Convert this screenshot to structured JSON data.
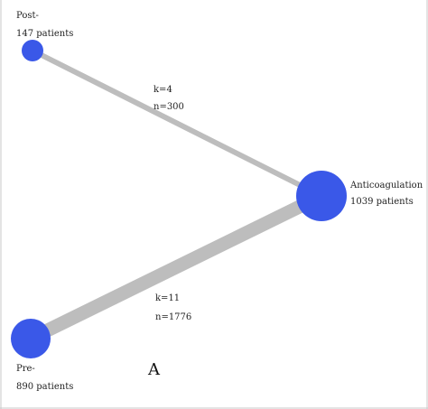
{
  "diagram": {
    "panel_label": "A",
    "node_color": "#3a58e8",
    "edge_color": "#bdbdbd",
    "frame_color": "#c8c8c8",
    "nodes": [
      {
        "id": "post",
        "title": "Post-",
        "subtitle": "147 patients",
        "patients": 147
      },
      {
        "id": "pre",
        "title": "Pre-",
        "subtitle": "890 patients",
        "patients": 890
      },
      {
        "id": "anticoag",
        "title": "Anticoagulation",
        "subtitle": "1039 patients",
        "patients": 1039
      }
    ],
    "edges": [
      {
        "id": "post-anticoag",
        "from": "post",
        "to": "anticoag",
        "k_label": "k=4",
        "n_label": "n=300",
        "k": 4,
        "n": 300
      },
      {
        "id": "pre-anticoag",
        "from": "pre",
        "to": "anticoag",
        "k_label": "k=11",
        "n_label": "n=1776",
        "k": 11,
        "n": 1776
      }
    ]
  }
}
